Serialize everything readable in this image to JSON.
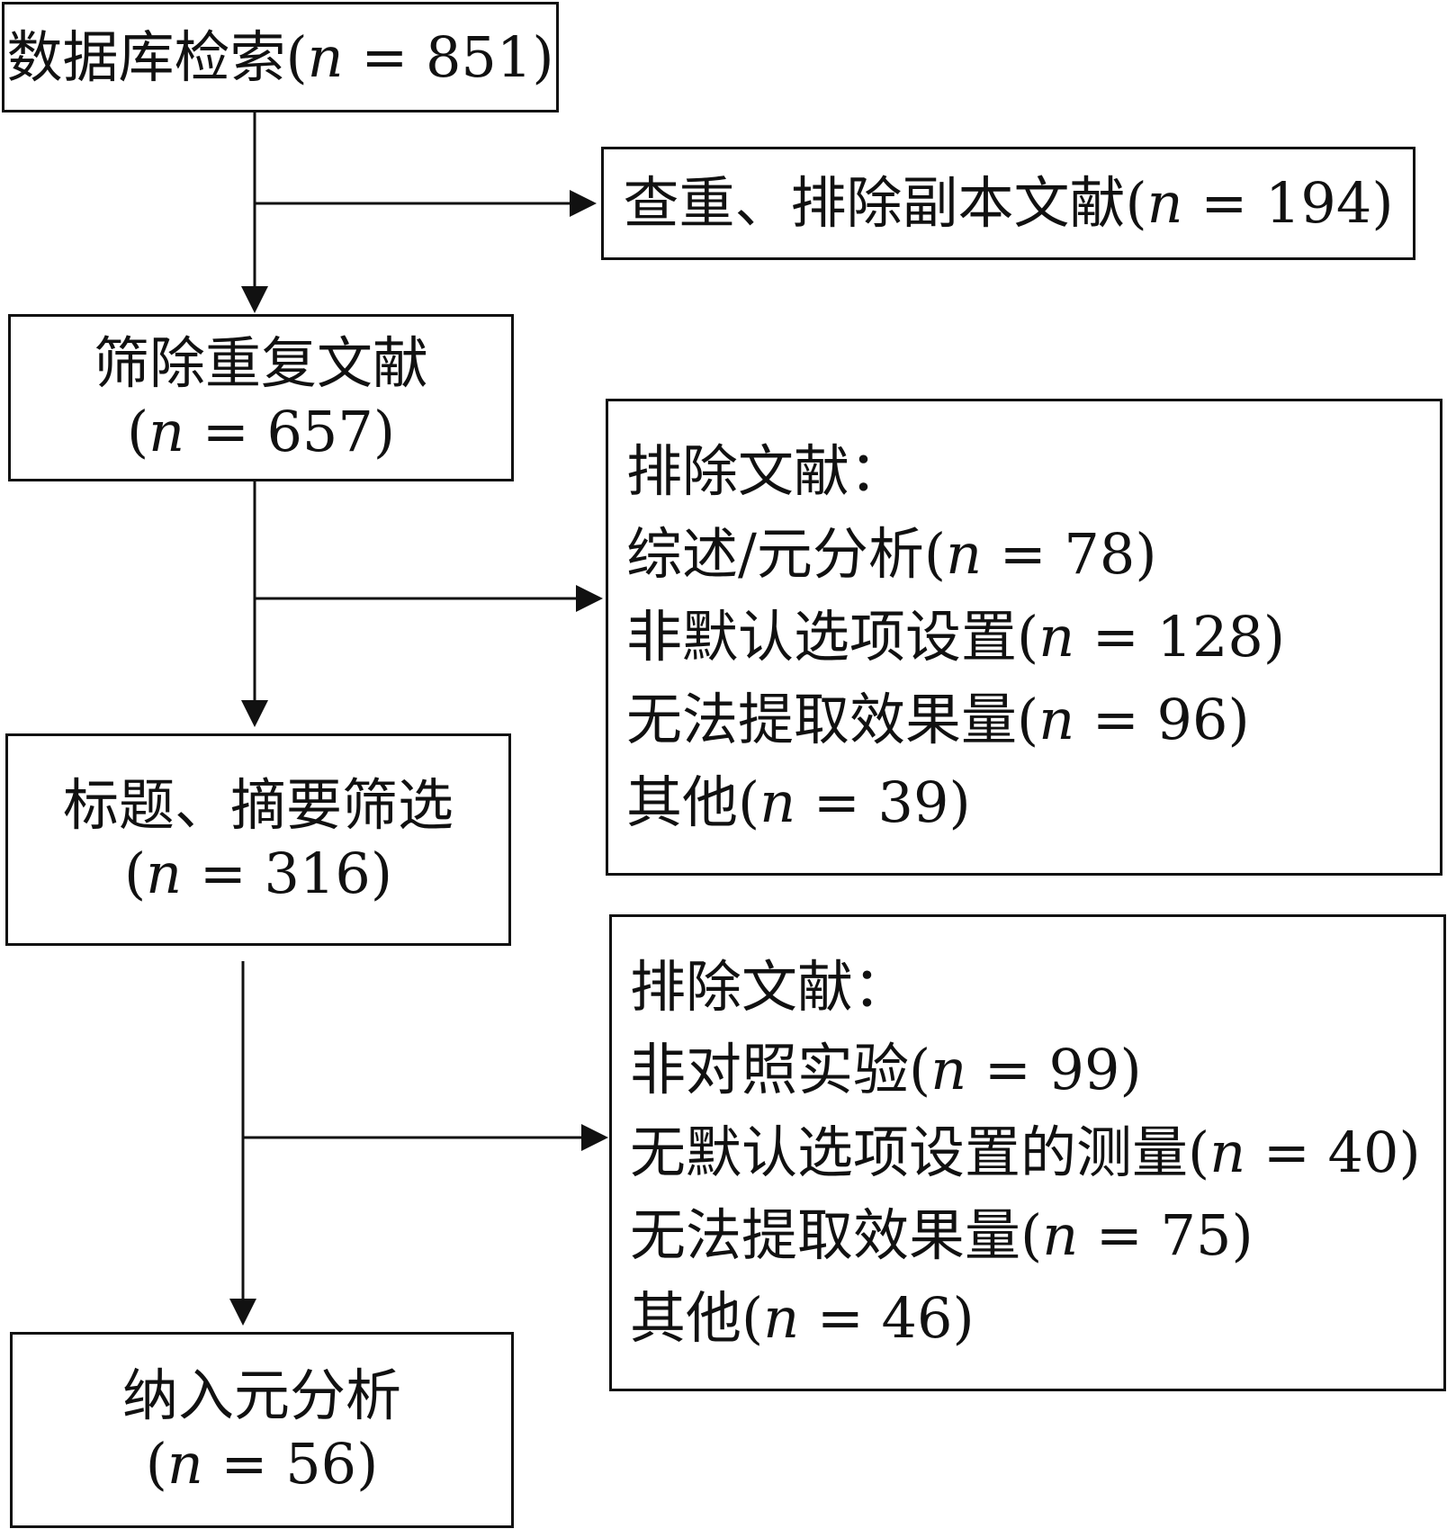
{
  "boxes": {
    "db_search": {
      "label": "数据库检索",
      "n_var": "n",
      "eq": " = ",
      "n": "851"
    },
    "dedup": {
      "label": "查重、排除副本文献",
      "n_var": "n",
      "eq": " = ",
      "n": "194"
    },
    "screen_dup": {
      "label": "筛除重复文献",
      "n_var": "n",
      "eq": " = ",
      "n": "657"
    },
    "title_abstract": {
      "label": "标题、摘要筛选",
      "n_var": "n",
      "eq": " = ",
      "n": "316"
    },
    "included": {
      "label": "纳入元分析",
      "n_var": "n",
      "eq": " = ",
      "n": "56"
    }
  },
  "exclusions_1": {
    "heading": "排除文献：",
    "items": [
      {
        "label": "综述/元分析",
        "n_var": "n",
        "eq": " = ",
        "n": "78"
      },
      {
        "label": "非默认选项设置",
        "n_var": "n",
        "eq": " = ",
        "n": "128"
      },
      {
        "label": "无法提取效果量",
        "n_var": "n",
        "eq": " = ",
        "n": "96"
      },
      {
        "label": "其他",
        "n_var": "n",
        "eq": " = ",
        "n": "39"
      }
    ]
  },
  "exclusions_2": {
    "heading": "排除文献：",
    "items": [
      {
        "label": "非对照实验",
        "n_var": "n",
        "eq": " = ",
        "n": "99"
      },
      {
        "label": "无默认选项设置的测量",
        "n_var": "n",
        "eq": " = ",
        "n": "40"
      },
      {
        "label": "无法提取效果量",
        "n_var": "n",
        "eq": " = ",
        "n": "75"
      },
      {
        "label": "其他",
        "n_var": "n",
        "eq": " = ",
        "n": "46"
      }
    ]
  }
}
